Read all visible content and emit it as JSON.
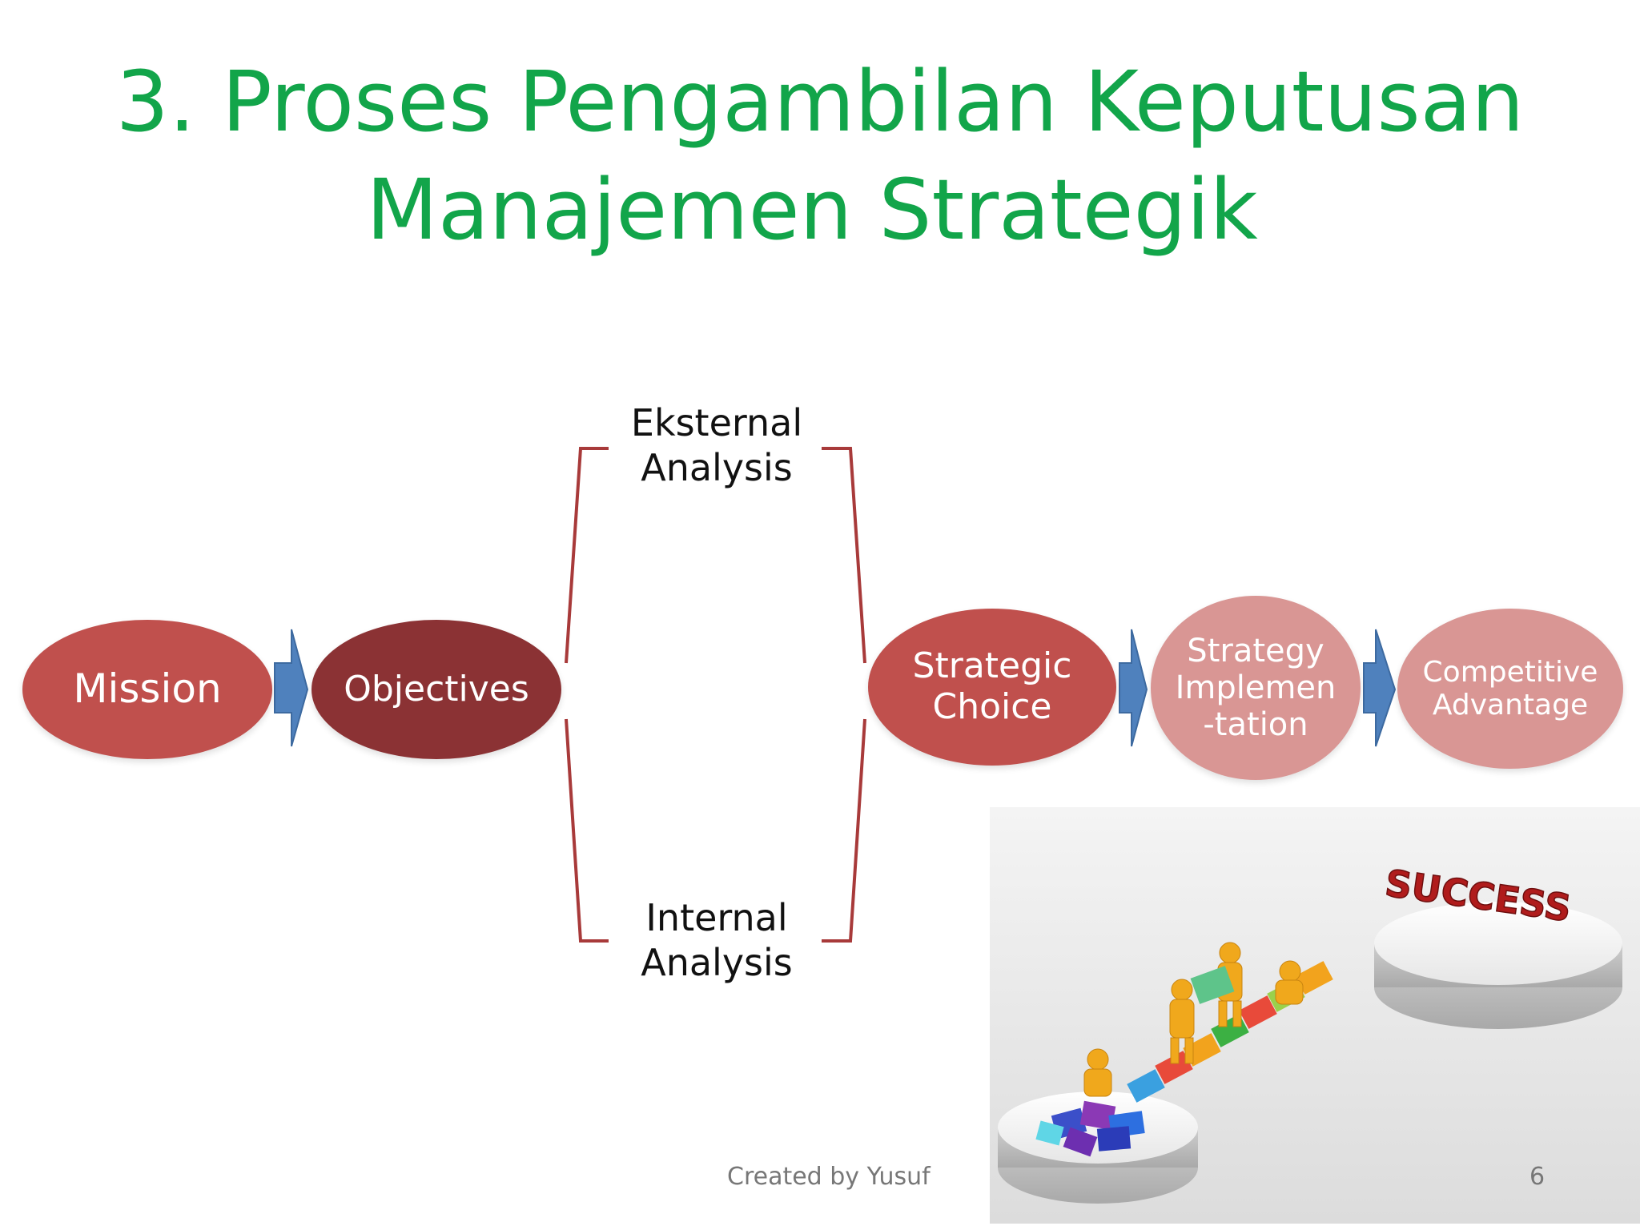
{
  "slide": {
    "title_line1": "3. Proses Pengambilan Keputusan",
    "title_line2": "Manajemen Strategik",
    "footer_credit": "Created by Yusuf",
    "page_number": "6"
  },
  "flow": {
    "nodes": [
      {
        "id": "mission",
        "label": "Mission"
      },
      {
        "id": "objectives",
        "label": "Objectives"
      },
      {
        "id": "strategic-choice",
        "label": "Strategic\nChoice"
      },
      {
        "id": "strategy-implementation",
        "label": "Strategy\nImplemen\n-tation"
      },
      {
        "id": "competitive-advantage",
        "label": "Competitive\nAdvantage"
      }
    ],
    "analysis": {
      "external": "Eksternal\nAnalysis",
      "internal": "Internal\nAnalysis"
    }
  },
  "image": {
    "sign_text": "SUCCESS"
  },
  "colors": {
    "title": "#12a54a",
    "oval_red": "#c0504d",
    "oval_dark": "#8b3234",
    "oval_light": "#d99694",
    "arrow_blue": "#4f81bd",
    "bracket": "#a83a3a"
  }
}
